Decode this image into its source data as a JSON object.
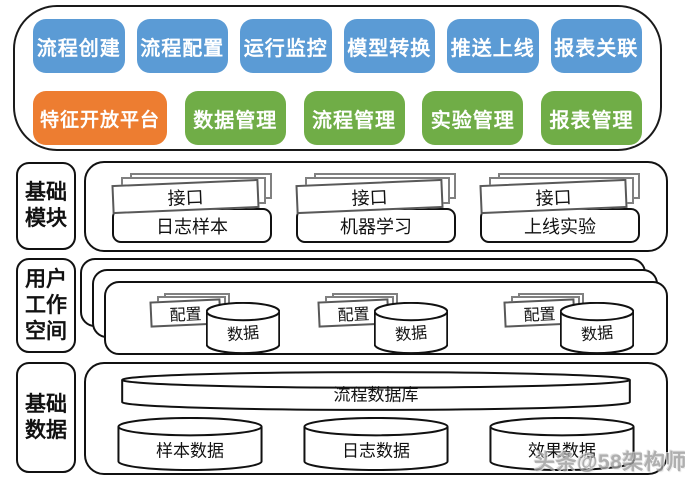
{
  "colors": {
    "blue": "#5B9BD5",
    "orange": "#ED7D31",
    "green": "#70AD47",
    "line": "#111111"
  },
  "top_panel": {
    "row1": [
      "流程创建",
      "流程配置",
      "运行监控",
      "模型转换",
      "推送上线",
      "报表关联"
    ],
    "row2_orange": "特征开放平台",
    "row2_green": [
      "数据管理",
      "流程管理",
      "实验管理",
      "报表管理"
    ]
  },
  "base_modules": {
    "label": "基础模块",
    "groups": [
      {
        "stack": "接口",
        "name": "日志样本"
      },
      {
        "stack": "接口",
        "name": "机器学习"
      },
      {
        "stack": "接口",
        "name": "上线实验"
      }
    ]
  },
  "user_workspace": {
    "label": "用户工作空间",
    "groups": [
      {
        "stack": "配置",
        "db": "数据"
      },
      {
        "stack": "配置",
        "db": "数据"
      },
      {
        "stack": "配置",
        "db": "数据"
      }
    ]
  },
  "base_data": {
    "label": "基础数据",
    "main_db": "流程数据库",
    "dbs": [
      "样本数据",
      "日志数据",
      "效果数据"
    ]
  },
  "watermark": "头条@58架构师"
}
